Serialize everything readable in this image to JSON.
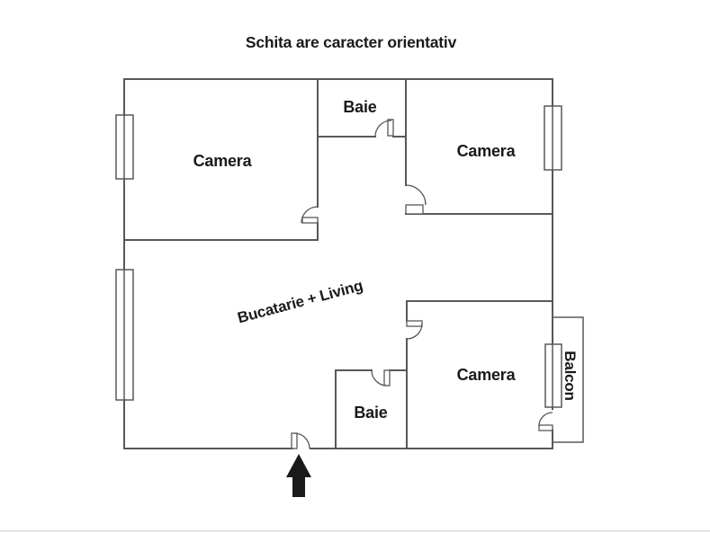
{
  "title": "Schita are caracter orientativ",
  "rooms": {
    "camera_top_left": "Camera",
    "baie_top": "Baie",
    "camera_top_right": "Camera",
    "living": "Bucatarie + Living",
    "camera_bottom_right": "Camera",
    "baie_bottom": "Baie",
    "balcon": "Balcon"
  },
  "colors": {
    "wall": "#58585a",
    "text": "#1a1a1a",
    "arrow": "#1a1a1a",
    "page_border": "#d9dede",
    "background": "#ffffff"
  }
}
